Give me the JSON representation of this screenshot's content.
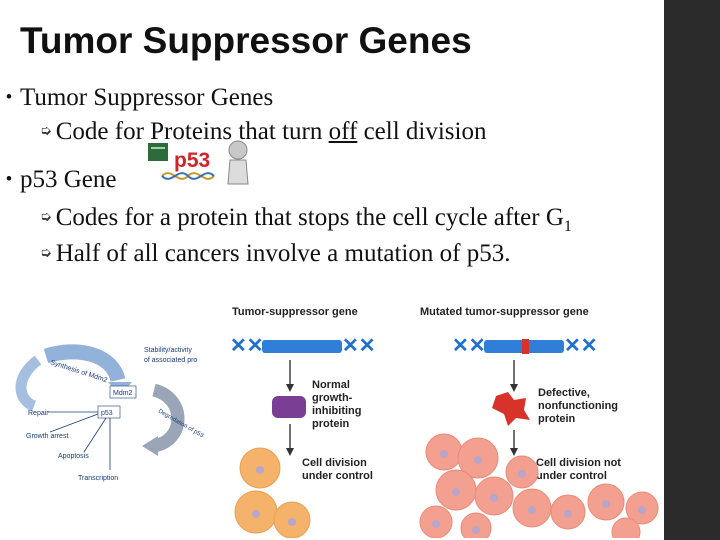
{
  "slide": {
    "title": "Tumor Suppressor Genes",
    "bullets": [
      {
        "text": "Tumor Suppressor Genes"
      },
      {
        "text": "p53 Gene"
      }
    ],
    "sub_bullets": [
      {
        "before": "Code for Proteins that turn ",
        "underlined": "off",
        "after": " cell division"
      },
      {
        "text": "Codes for a protein that stops the cell cycle after G",
        "subscript": "1"
      },
      {
        "text": "Half of all cancers involve a mutation of p53."
      }
    ],
    "p53_logo": "p53"
  },
  "pathway_figure": {
    "labels": {
      "mdm2_arc": "Synthesis of Mdm2",
      "stability": "Stability/activity",
      "associated": "of associated pro",
      "mdm2": "Mdm2",
      "p53": "p53",
      "degradation": "Degradation of p53",
      "repair": "Repair",
      "growth_arrest": "Growth arrest",
      "apoptosis": "Apoptosis",
      "transcription": "Transcription"
    }
  },
  "gene_figure": {
    "left_title": "Tumor-suppressor gene",
    "right_title": "Mutated tumor-suppressor gene",
    "left_protein": [
      "Normal",
      "growth-",
      "inhibiting",
      "protein"
    ],
    "right_protein": [
      "Defective,",
      "nonfunctioning",
      "protein"
    ],
    "left_division": [
      "Cell division",
      "under control"
    ],
    "right_division": [
      "Cell division not",
      "under control"
    ]
  }
}
